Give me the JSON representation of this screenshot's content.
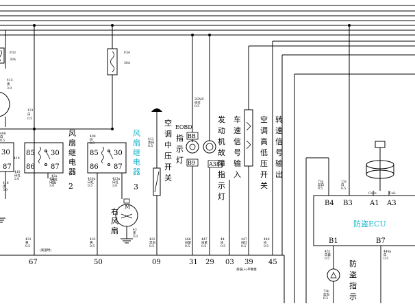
{
  "fuses": [
    {
      "id": "f33",
      "label": "F33",
      "rating": "30A"
    },
    {
      "id": "f34",
      "label": "F34",
      "rating": "30A"
    }
  ],
  "relays": [
    {
      "id": "relay-left",
      "pins": [
        "30",
        "87"
      ]
    },
    {
      "id": "fan-relay-2",
      "pins": [
        "85",
        "86",
        "30",
        "87"
      ],
      "title": "风扇继电器2",
      "number": "2"
    },
    {
      "id": "fan-relay-3",
      "pins": [
        "85",
        "86",
        "30",
        "87"
      ],
      "title": "风扇继电器",
      "number": "3"
    }
  ],
  "labels": {
    "fan_relay_2_text": "风扇继电器",
    "fan_relay_2_num": "2",
    "fan_relay_3_text": "风扇继电器",
    "fan_relay_3_num": "3",
    "right_fan": "右风扇",
    "motor_m": "M",
    "ac_mid_pressure": "空调中压开关",
    "eobd": "EOBD",
    "eobd_lamp": "指示灯",
    "engine_fault_lamp": "发动机故障指示灯",
    "speed_input": "车速信号输入",
    "ac_hi_lo_switch": "空调高低压开关",
    "rpm_output": "转速信号输出",
    "anti_theft_ecu": "防盗ECU",
    "anti_theft_lamp": "防盗指示灯",
    "ground_note": "高低(+)平衡接"
  },
  "connector_pins": {
    "bb": "BB",
    "b9": "B9",
    "a38": "A38",
    "b4": "B4",
    "b3": "B3",
    "a1": "A1",
    "a3": "A3",
    "b1": "B1",
    "b7": "B7"
  },
  "bus_numbers": [
    "67",
    "50",
    "09",
    "31",
    "29",
    "03",
    "39",
    "45"
  ],
  "wire_tags": {
    "w13": "13\n白\n0.5",
    "w408": "408\n白\n0.5",
    "w420": "42\n白红\n5.0",
    "w436": "436\n红\n5",
    "w419": "419\n黄\n5.0",
    "w42b": "42b\n红\n3.0",
    "w421": "42a\n白绿\n5.0",
    "w423": "42 3a\n黄\n3.0",
    "w41a": "41\n白\n0.5",
    "w431": "431\n黄\n0.5",
    "w432": "432\n黄\n0.5",
    "w433": "433\n黄\n0.5",
    "w466": "466\n白\n0.5",
    "w447": "447\n白红\n0.5",
    "w44a": "44\n白\n0.5",
    "w447b": "447\n白红\n0.5",
    "w448": "448\n白\n0.5",
    "w73a": "73a\n蓝\n0.5",
    "w13a": "13a\n白\n0.5",
    "w452": "452\n白\n0.5",
    "w449": "449a\n白\n0.5",
    "w73b": "73b\n白\n0.5"
  },
  "bus_note": "(高速时)"
}
